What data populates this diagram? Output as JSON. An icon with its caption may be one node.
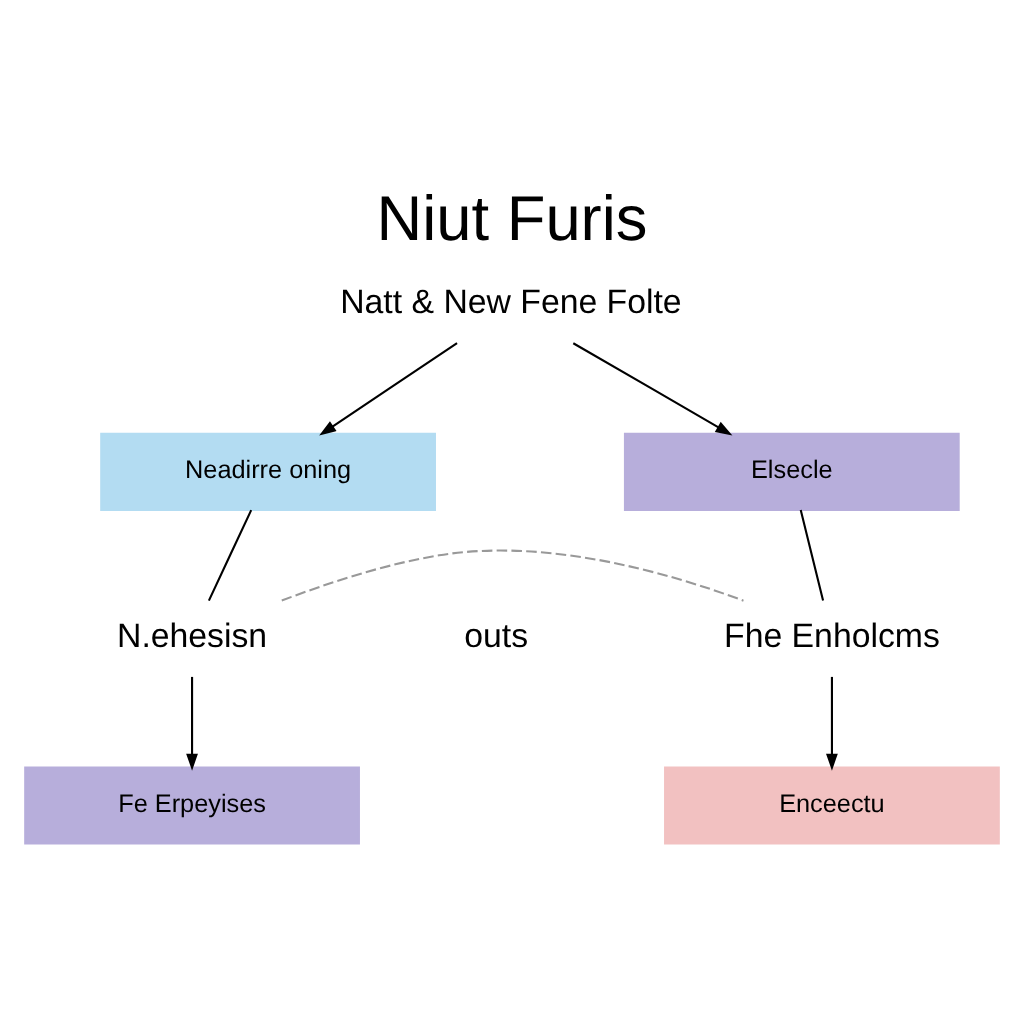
{
  "diagram": {
    "title": "Niut Furis",
    "nodes": [
      {
        "text": [
          "Natt & New Fene Folte"
        ]
      },
      {
        "text": [
          "Neadirre oning"
        ]
      },
      {
        "text": [
          "Elsecle"
        ]
      },
      {
        "text": [
          "N.ehesisn"
        ]
      },
      {
        "text": [
          "Fe Erpeyises"
        ]
      },
      {
        "text": [
          "Fhe Enholcms"
        ]
      },
      {
        "text": [
          "Enceectu"
        ]
      }
    ],
    "edges": [
      {
        "from": 0,
        "to": 1,
        "arrow": "to"
      },
      {
        "from": 0,
        "to": 2,
        "arrow": "to"
      },
      {
        "from": 1,
        "to": 3,
        "arrow": "none"
      },
      {
        "from": 2,
        "to": 5,
        "arrow": "none"
      },
      {
        "from": 3,
        "to": 5,
        "arrow": "none",
        "style": "dashed",
        "color": "#999999"
      },
      {
        "from": 3,
        "to": 4,
        "arrow": "to"
      },
      {
        "from": 5,
        "to": 6,
        "arrow": "to"
      }
    ],
    "labels": [
      "outs"
    ]
  }
}
